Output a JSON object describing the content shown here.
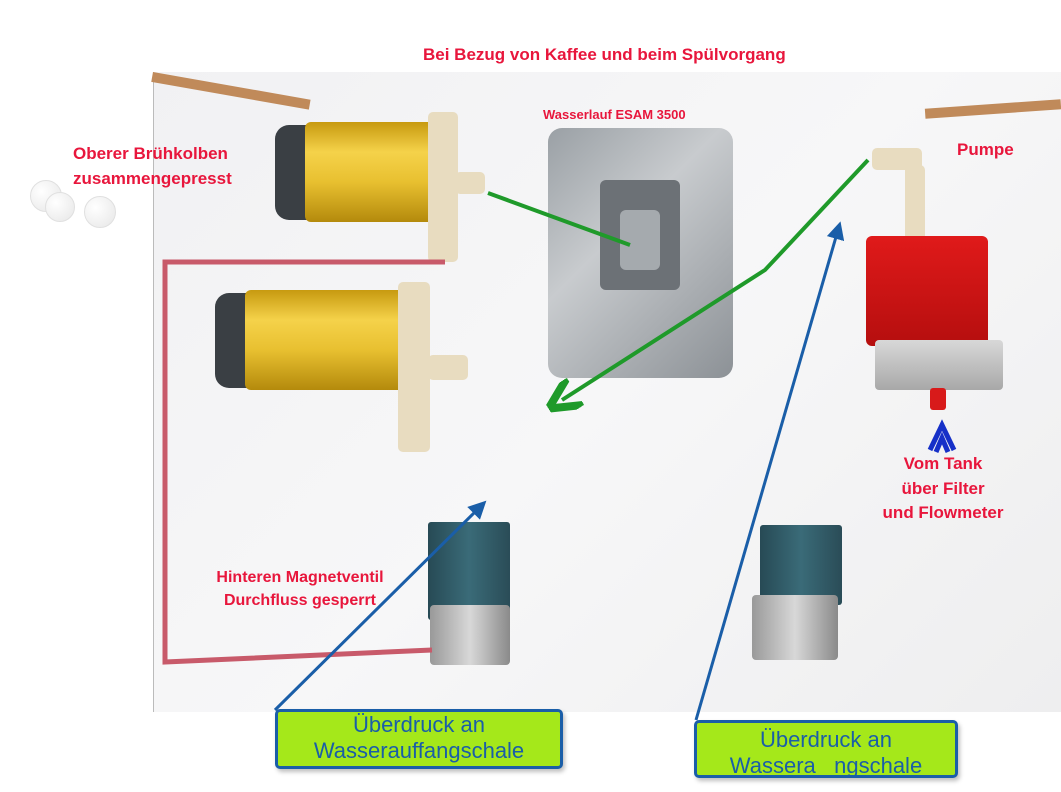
{
  "title": "Bei Bezug von Kaffee und beim Spülvorgang",
  "labels": {
    "heater": "Wasserlauf ESAM 3500",
    "upper_piston_line1": "Oberer Brühkolben",
    "upper_piston_line2": "zusammengepresst",
    "pump": "Pumpe",
    "tank_line1": "Vom Tank",
    "tank_line2": "über Filter",
    "tank_line3": "und Flowmeter",
    "valve_line1": "Hinteren Magnetventil",
    "valve_line2": "Durchfluss gesperrt"
  },
  "callouts": [
    {
      "line1": "Überdruck an",
      "line2": "Wasserauffangschale"
    },
    {
      "line1": "Überdruck an",
      "line2": "Wassera   ngschale"
    }
  ],
  "colors": {
    "label_red": "#e8163c",
    "flow_green": "#1f9a2a",
    "pressure_blue": "#1a5ea8",
    "callout_green": "#a5e81a",
    "blocked_line": "#c85a6a"
  }
}
